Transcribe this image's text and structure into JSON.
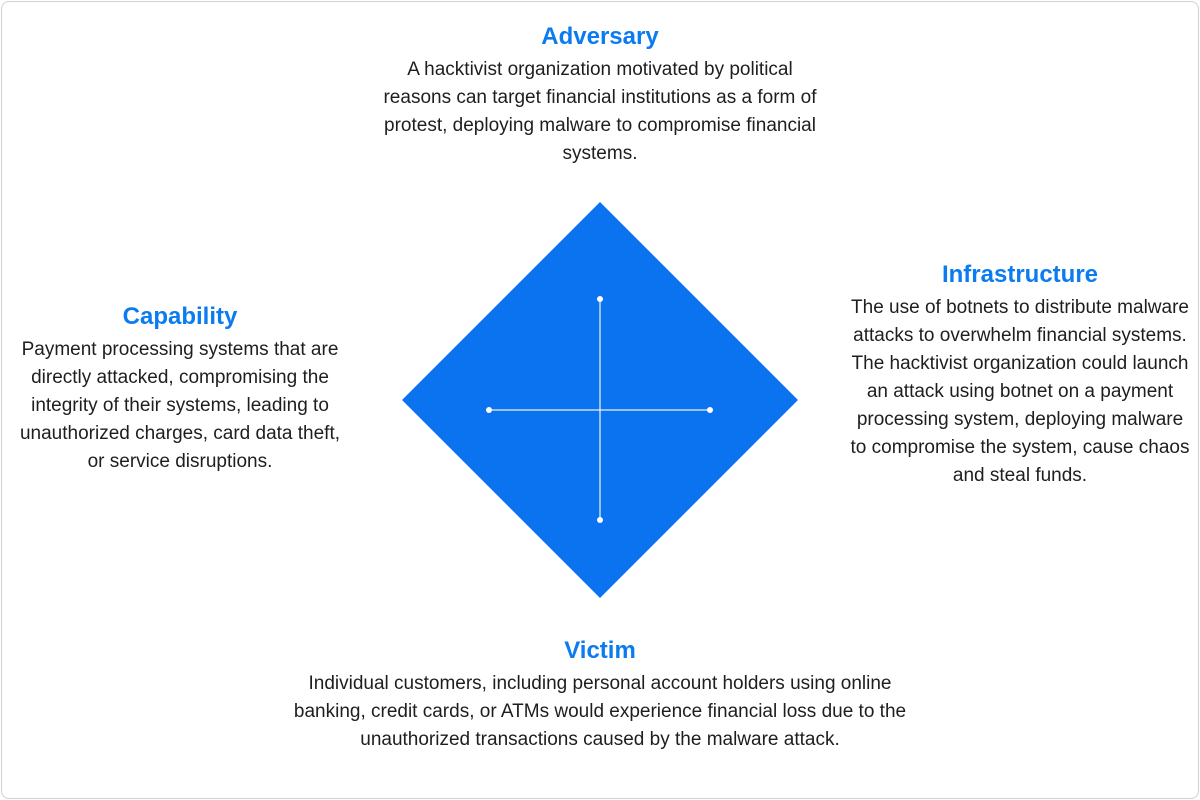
{
  "diagram": {
    "accent_color": "#0b7bf0",
    "diamond_color": "#0b72f0",
    "adversary": {
      "title": "Adversary",
      "body": "A hacktivist organization motivated by political reasons can target financial institutions as a form of protest, deploying malware to compromise financial systems."
    },
    "infrastructure": {
      "title": "Infrastructure",
      "body": "The use of botnets to distribute malware attacks to overwhelm financial systems. The hacktivist organization could launch an attack using botnet on a payment processing system, deploying malware to compromise the system, cause chaos and steal funds."
    },
    "capability": {
      "title": "Capability",
      "body": "Payment processing systems that are directly attacked, compromising the integrity of their systems, leading to unauthorized charges, card data theft, or service disruptions."
    },
    "victim": {
      "title": "Victim",
      "body": "Individual customers, including personal account holders using online banking, credit cards, or ATMs would experience financial loss due to the unauthorized transactions caused by the malware attack."
    }
  }
}
